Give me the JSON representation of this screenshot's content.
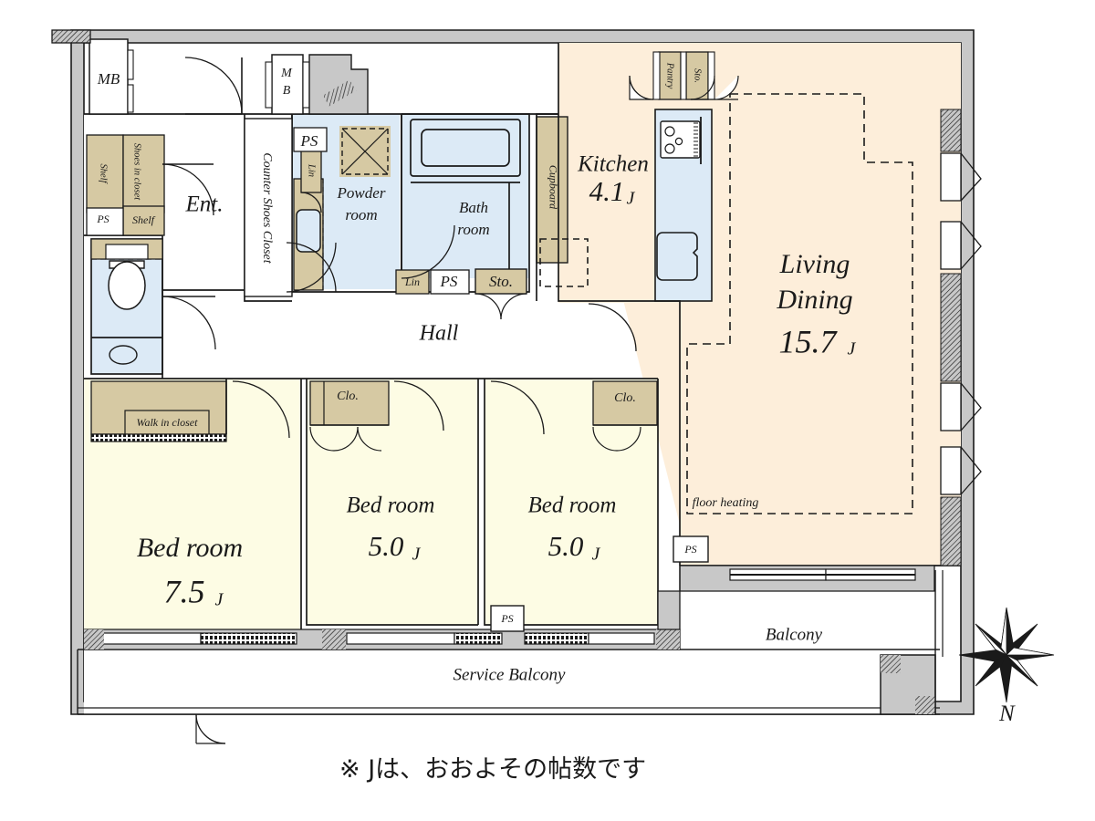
{
  "plan": {
    "caption": "※ Jは、おおよその帖数です",
    "compass_label": "N",
    "colors": {
      "living_fill": "#FDEEDA",
      "bedroom_fill": "#FDFCE4",
      "water_fill": "#DCEAF6",
      "closet_fill": "#D6C9A3",
      "wall_fill": "#C8C8C8",
      "line": "#1a1a1a",
      "white": "#ffffff"
    },
    "rooms": [
      {
        "id": "living-dining",
        "name_line1": "Living",
        "name_line2": "Dining",
        "area": "15.7",
        "unit": "J"
      },
      {
        "id": "kitchen",
        "name_line1": "Kitchen",
        "area": "4.1",
        "unit": "J"
      },
      {
        "id": "bedroom-main",
        "name_line1": "Bed room",
        "area": "7.5",
        "unit": "J"
      },
      {
        "id": "bedroom-mid",
        "name_line1": "Bed room",
        "area": "5.0",
        "unit": "J"
      },
      {
        "id": "bedroom-east",
        "name_line1": "Bed room",
        "area": "5.0",
        "unit": "J"
      },
      {
        "id": "bath",
        "name_line1": "Bath",
        "name_line2": "room"
      },
      {
        "id": "powder",
        "name_line1": "Powder",
        "name_line2": "room"
      },
      {
        "id": "hall",
        "name_line1": "Hall"
      },
      {
        "id": "entrance",
        "name_line1": "Ent."
      }
    ],
    "features": {
      "floor_heating": "floor heating",
      "walk_in_closet": "Walk in closet",
      "counter_shoes_closet": "Counter Shoes Closet",
      "shoes_in_closet": "Shoes in closet",
      "cupboard": "Cupboard",
      "pantry": "Pantry",
      "balcony": "Balcony",
      "service_balcony": "Service Balcony"
    },
    "tags": {
      "mb_left": "MB",
      "mb_right_line1": "M",
      "mb_right_line2": "B",
      "ps_upper_left": "PS",
      "ps_entry": "PS",
      "ps_hall": "PS",
      "ps_bedroom": "PS",
      "ps_living": "PS",
      "shelf_tall": "Shelf",
      "shelf_low": "Shelf",
      "lin_upper": "Lin",
      "lin_hall": "Lin",
      "sto_hall": "Sto.",
      "sto_kitchen": "Sto.",
      "clo_mid": "Clo.",
      "clo_east": "Clo."
    }
  }
}
